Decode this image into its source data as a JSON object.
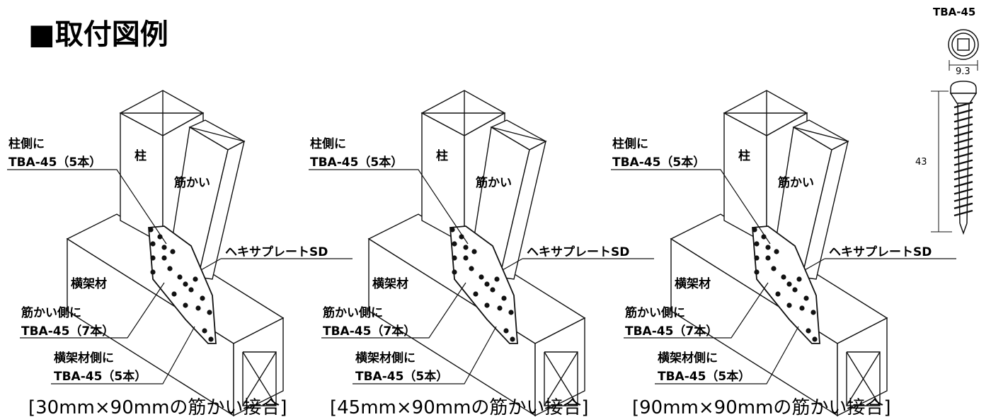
{
  "page_title": "■取付図例",
  "screw": {
    "name": "TBA-45",
    "head_diameter": "9.3",
    "length": "43"
  },
  "figures": [
    {
      "caption": "[30mm×90mmの筋かい接合]",
      "column_label": "柱",
      "brace_label": "筋かい",
      "beam_label": "横架材",
      "plate_label": "ヘキサプレートSD",
      "column_side_label": [
        "柱側に",
        "TBA-45（5本）"
      ],
      "brace_side_label": [
        "筋かい側に",
        "TBA-45（7本）"
      ],
      "beam_side_label": [
        "横架材側に",
        "TBA-45（5本）"
      ]
    },
    {
      "caption": "[45mm×90mmの筋かい接合]",
      "column_label": "柱",
      "brace_label": "筋かい",
      "beam_label": "横架材",
      "plate_label": "ヘキサプレートSD",
      "column_side_label": [
        "柱側に",
        "TBA-45（5本）"
      ],
      "brace_side_label": [
        "筋かい側に",
        "TBA-45（7本）"
      ],
      "beam_side_label": [
        "横架材側に",
        "TBA-45（5本）"
      ]
    },
    {
      "caption": "[90mm×90mmの筋かい接合]",
      "column_label": "柱",
      "brace_label": "筋かい",
      "beam_label": "横架材",
      "plate_label": "ヘキサプレートSD",
      "column_side_label": [
        "柱側に",
        "TBA-45（5本）"
      ],
      "brace_side_label": [
        "筋かい側に",
        "TBA-45（7本）"
      ],
      "beam_side_label": [
        "横架材側に",
        "TBA-45（5本）"
      ]
    }
  ]
}
